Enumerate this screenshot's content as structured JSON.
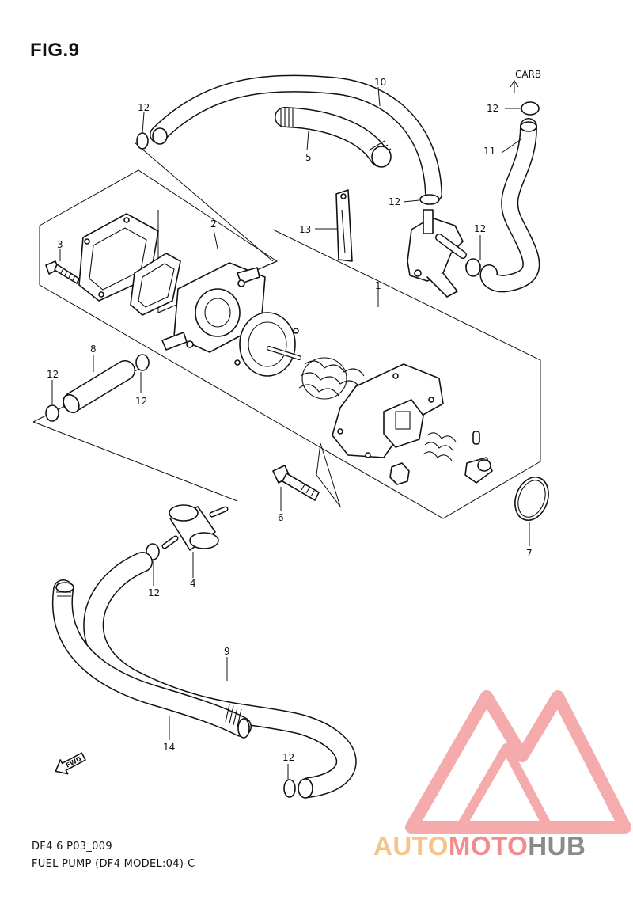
{
  "figure": {
    "title": "FIG.9",
    "code": "DF4 6 P03_009",
    "caption": "FUEL PUMP (DF4 MODEL:04)-C",
    "carb_label": "CARB",
    "fwd_label": "FWD"
  },
  "callouts": [
    "1",
    "2",
    "3",
    "4",
    "5",
    "6",
    "7",
    "8",
    "9",
    "10",
    "11",
    "12",
    "13",
    "14"
  ],
  "parts": [
    {
      "ref": "1",
      "name": "fuel pump assembly"
    },
    {
      "ref": "2",
      "name": "gasket"
    },
    {
      "ref": "3",
      "name": "bolt"
    },
    {
      "ref": "4",
      "name": "fuel filter"
    },
    {
      "ref": "5",
      "name": "hose"
    },
    {
      "ref": "6",
      "name": "bolt"
    },
    {
      "ref": "7",
      "name": "o-ring"
    },
    {
      "ref": "8",
      "name": "hose"
    },
    {
      "ref": "9",
      "name": "hose"
    },
    {
      "ref": "10",
      "name": "hose"
    },
    {
      "ref": "11",
      "name": "hose"
    },
    {
      "ref": "12",
      "name": "clip"
    },
    {
      "ref": "13",
      "name": "clamp"
    },
    {
      "ref": "14",
      "name": "protector"
    }
  ],
  "watermark": {
    "brand_parts": [
      "AUTO",
      "MOTO",
      "HUB"
    ],
    "colors": {
      "auto": "#f5c48a",
      "moto": "#f28c8c",
      "hub": "#8a8a8a",
      "triangle": "#f4a3a3"
    }
  }
}
